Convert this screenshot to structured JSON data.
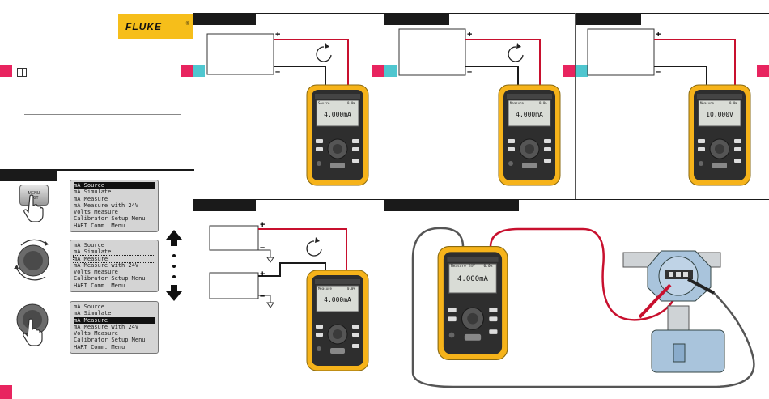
{
  "brand": {
    "name": "FLUKE",
    "mark": "®",
    "color": "#f6be1a"
  },
  "menu_panels": [
    {
      "items": [
        "mA Source",
        "mA Simulate",
        "mA Measure",
        "mA Measure with 24V",
        "Volts Measure",
        "Calibrator Setup Menu",
        "HART Comm. Menu"
      ],
      "highlight": 0,
      "style": "selected"
    },
    {
      "items": [
        "mA Source",
        "mA Simulate",
        "mA Measure",
        "mA Measure with 24V",
        "Volts Measure",
        "Calibrator Setup Menu",
        "HART Comm. Menu"
      ],
      "highlight": 2,
      "style": "dotted"
    },
    {
      "items": [
        "mA Source",
        "mA Simulate",
        "mA Measure",
        "mA Measure with 24V",
        "Volts Measure",
        "Calibrator Setup Menu",
        "HART Comm. Menu"
      ],
      "highlight": 2,
      "style": "selected"
    }
  ],
  "menu_key": {
    "line1": "MENU",
    "line2": "EXIT"
  },
  "polarity": {
    "plus": "+",
    "minus": "–"
  },
  "calibrators": [
    {
      "header": "Source",
      "unit": "0.0%",
      "reading": "4.000mA"
    },
    {
      "header": "Measure",
      "unit": "0.0%",
      "reading": "4.000mA"
    },
    {
      "header": "Measure",
      "unit": "0.0%",
      "reading": "10.000V"
    },
    {
      "header": "Measure",
      "unit": "0.0%",
      "reading": "4.000mA"
    },
    {
      "header": "Measure 24V",
      "unit": "0.0%",
      "reading": "4.000mA"
    }
  ],
  "colors": {
    "red_lead": "#c8102e",
    "black_lead": "#1a1a1a",
    "pink": "#e8245f",
    "cyan": "#4fc6cf",
    "transmitter": "#a9c4dc"
  }
}
